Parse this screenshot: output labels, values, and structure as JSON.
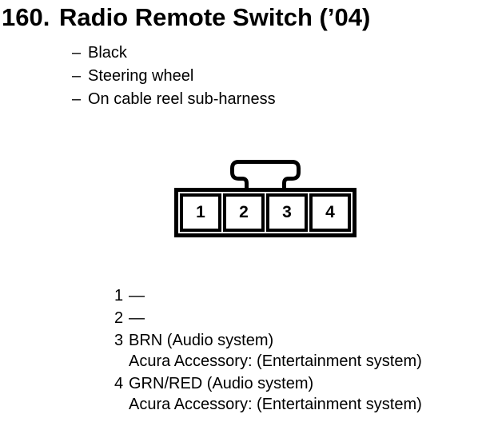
{
  "header": {
    "number": "160.",
    "title": "Radio Remote Switch (’04)"
  },
  "notes": {
    "dash": "–",
    "items": [
      "Black",
      "Steering wheel",
      "On cable reel sub-harness"
    ]
  },
  "connector": {
    "pins": [
      "1",
      "2",
      "3",
      "4"
    ]
  },
  "pin_table": [
    {
      "pin": "1",
      "lines": [
        "—"
      ]
    },
    {
      "pin": "2",
      "lines": [
        "—"
      ]
    },
    {
      "pin": "3",
      "lines": [
        "BRN (Audio system)",
        "Acura Accessory: (Entertainment system)"
      ]
    },
    {
      "pin": "4",
      "lines": [
        "GRN/RED (Audio system)",
        "Acura Accessory: (Entertainment system)"
      ]
    }
  ],
  "colors": {
    "ink": "#000000",
    "background": "#ffffff"
  }
}
